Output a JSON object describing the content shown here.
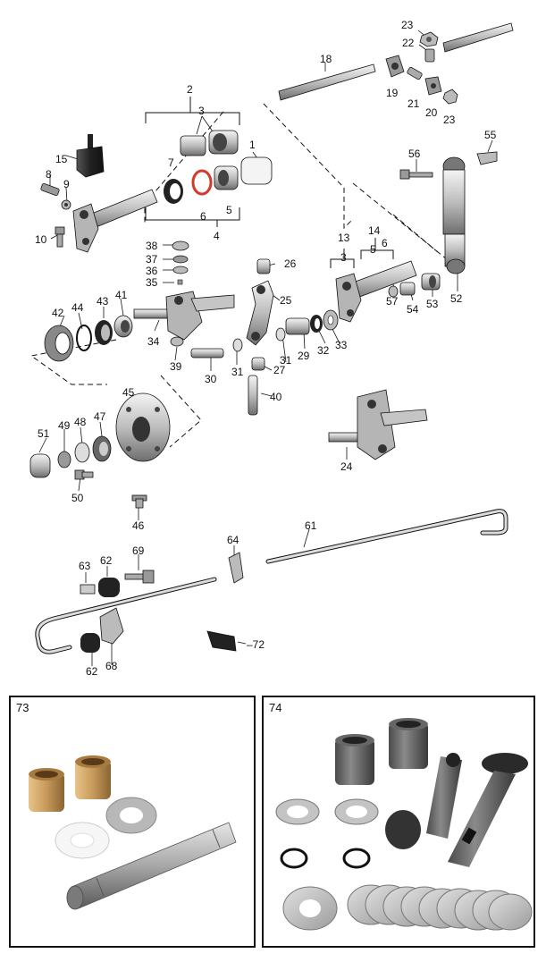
{
  "callouts": {
    "n1": "1",
    "n2": "2",
    "n3a": "3",
    "n3b": "3",
    "n4": "4",
    "n5a": "5",
    "n5b": "5",
    "n6a": "6",
    "n6b": "6",
    "n7": "7",
    "n8": "8",
    "n9": "9",
    "n10": "10",
    "n13": "13",
    "n14": "14",
    "n15": "15",
    "n18": "18",
    "n19": "19",
    "n20": "20",
    "n21": "21",
    "n22": "22",
    "n23a": "23",
    "n23b": "23",
    "n24": "24",
    "n25": "25",
    "n26": "26",
    "n27": "27",
    "n29": "29",
    "n30": "30",
    "n31a": "31",
    "n31b": "31",
    "n32": "32",
    "n33": "33",
    "n34": "34",
    "n35": "35",
    "n36": "36",
    "n37": "37",
    "n38": "38",
    "n39": "39",
    "n40": "40",
    "n41": "41",
    "n42": "42",
    "n43": "43",
    "n44": "44",
    "n45": "45",
    "n46": "46",
    "n47": "47",
    "n48": "48",
    "n49": "49",
    "n50": "50",
    "n51": "51",
    "n52": "52",
    "n53": "53",
    "n54": "54",
    "n55": "55",
    "n56": "56",
    "n57": "57",
    "n61": "61",
    "n62a": "62",
    "n62b": "62",
    "n63": "63",
    "n64": "64",
    "n68": "68",
    "n69": "69",
    "n72": "–72"
  },
  "panels": {
    "p73": {
      "label": "73"
    },
    "p74": {
      "label": "74"
    }
  },
  "colors": {
    "line": "#111111",
    "part_gray": "#9a9a9a",
    "dark_part": "#222222",
    "red_seal": "#d23a2a",
    "bronze": "#c79a5a",
    "white_part": "#f2f2f2"
  }
}
